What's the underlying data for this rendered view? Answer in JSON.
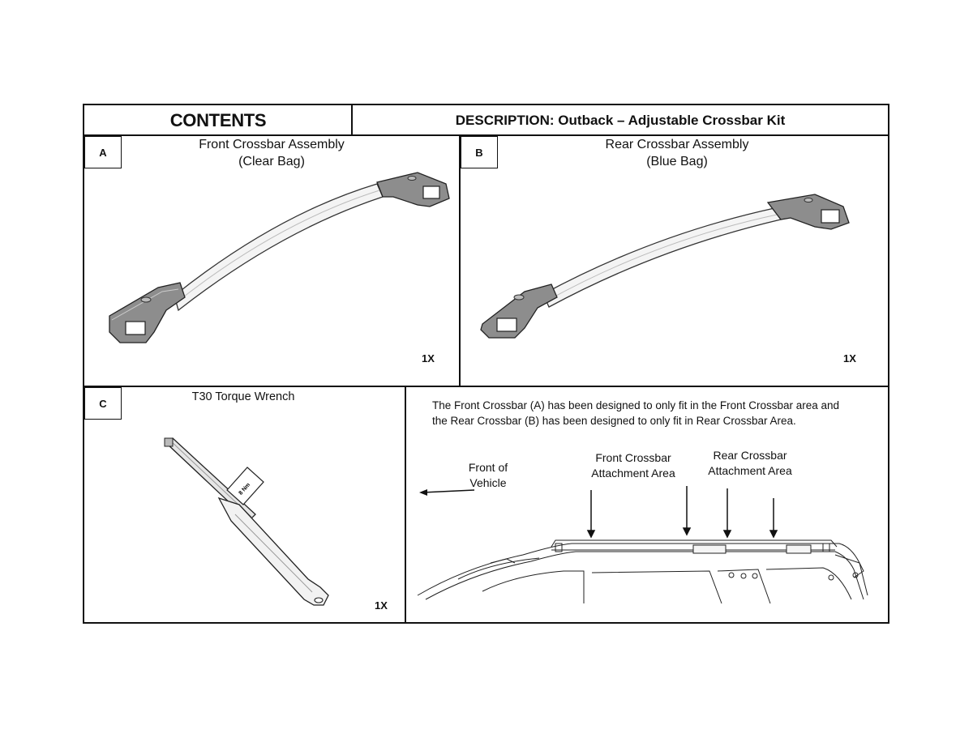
{
  "header": {
    "contents": "CONTENTS",
    "description": "DESCRIPTION: Outback – Adjustable Crossbar Kit"
  },
  "items": [
    {
      "letter": "A",
      "title_line1": "Front Crossbar Assembly",
      "title_line2": "(Clear Bag)",
      "qty": "1X"
    },
    {
      "letter": "B",
      "title_line1": "Rear Crossbar Assembly",
      "title_line2": "(Blue Bag)",
      "qty": "1X"
    },
    {
      "letter": "C",
      "title_line1": "T30 Torque Wrench",
      "qty": "1X",
      "wrench_label": "8 Nm"
    }
  ],
  "note": {
    "line1": "The Front Crossbar (A) has been designed to only fit in the Front Crossbar area and",
    "line2": "the Rear Crossbar (B) has been designed to only fit in Rear Crossbar Area."
  },
  "diagram": {
    "front_of_vehicle_line1": "Front of",
    "front_of_vehicle_line2": "Vehicle",
    "front_area_line1": "Front Crossbar",
    "front_area_line2": "Attachment Area",
    "rear_area_line1": "Rear Crossbar",
    "rear_area_line2": "Attachment Area"
  }
}
